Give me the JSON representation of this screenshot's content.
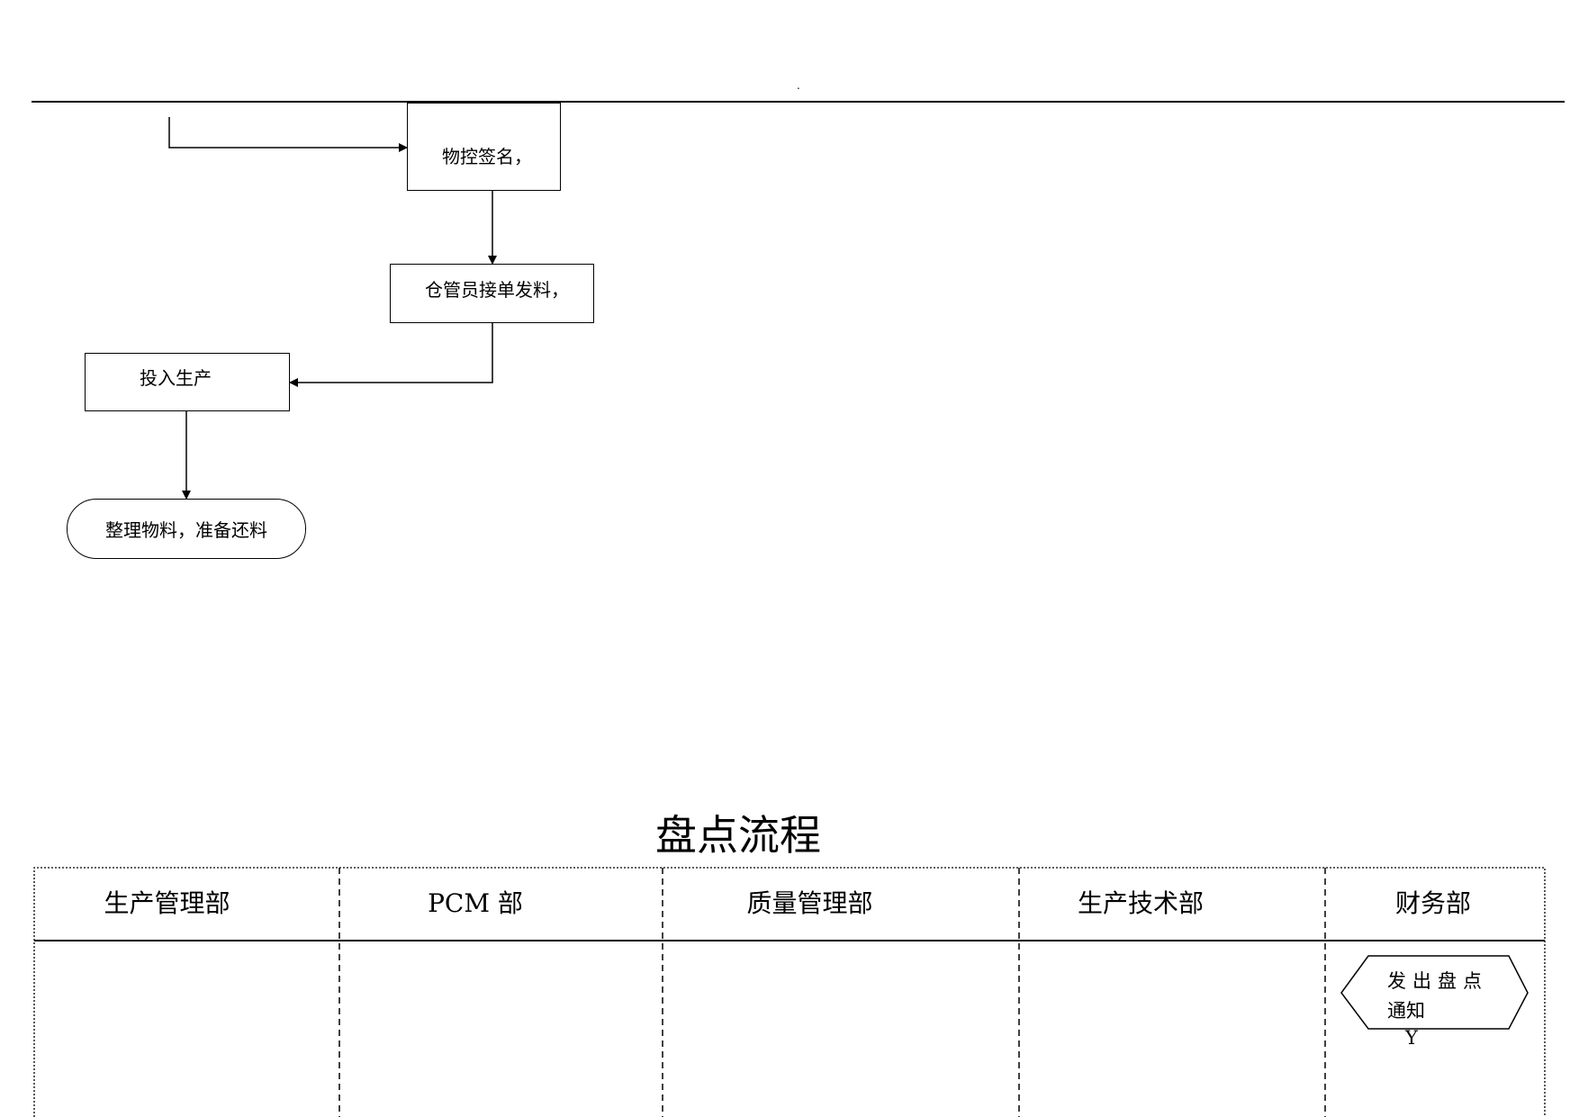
{
  "header_mark": ".",
  "flow_top": {
    "box1": "物控签名，",
    "box2": "仓管员接单发料，",
    "box3": "投入生产",
    "terminal": "整理物料，准备还料"
  },
  "inventory_flow": {
    "title": "盘点流程",
    "lanes": [
      "生产管理部",
      "PCM 部",
      "质量管理部",
      "生产技术部",
      "财务部"
    ],
    "start_node": {
      "line1": "发出盘点",
      "line2": "通知"
    },
    "decision_label": "Y"
  }
}
